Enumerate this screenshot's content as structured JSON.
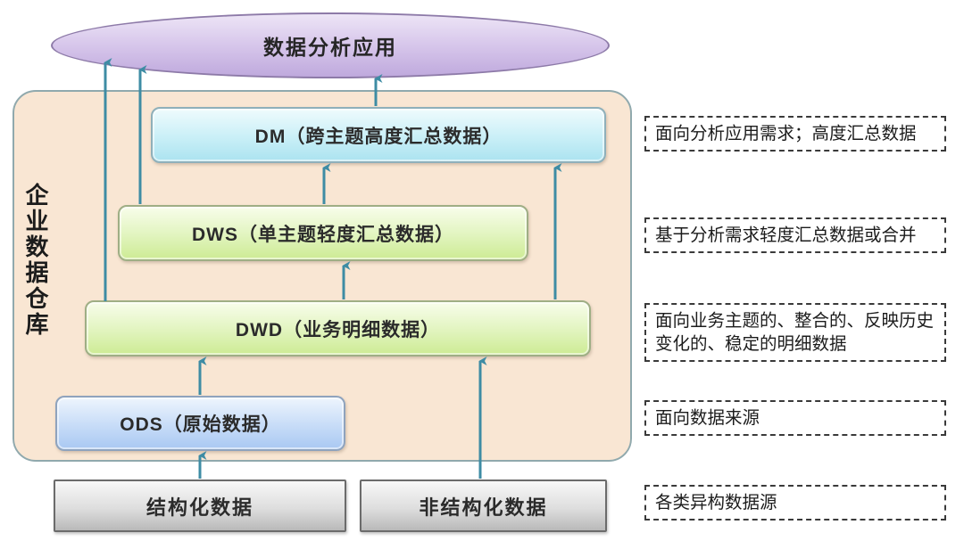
{
  "diagram": {
    "application": {
      "label": "数据分析应用"
    },
    "warehouse": {
      "label": "企业数据仓库",
      "layers": [
        {
          "id": "dm",
          "label": "DM（跨主题高度汇总数据）"
        },
        {
          "id": "dws",
          "label": "DWS（单主题轻度汇总数据）"
        },
        {
          "id": "dwd",
          "label": "DWD（业务明细数据）"
        },
        {
          "id": "ods",
          "label": "ODS（原始数据）"
        }
      ]
    },
    "sources": [
      {
        "label": "结构化数据"
      },
      {
        "label": "非结构化数据"
      }
    ],
    "annotations": [
      {
        "label": "面向分析应用需求；高度汇总数据"
      },
      {
        "label": "基于分析需求轻度汇总数据或合并"
      },
      {
        "label": "面向业务主题的、整合的、反映历史变化的、稳定的明细数据"
      },
      {
        "label": "面向数据来源"
      },
      {
        "label": "各类异构数据源"
      }
    ],
    "colors": {
      "arrow": "#3e8ca4",
      "container_fill": "#f9e6d3",
      "ellipse_fill": "#c9b6e4",
      "dm_fill": "#abe3f0",
      "dws_dwd_fill": "#cdeb94",
      "ods_fill": "#a9c8f2",
      "source_fill": "#c9c9c9"
    }
  }
}
